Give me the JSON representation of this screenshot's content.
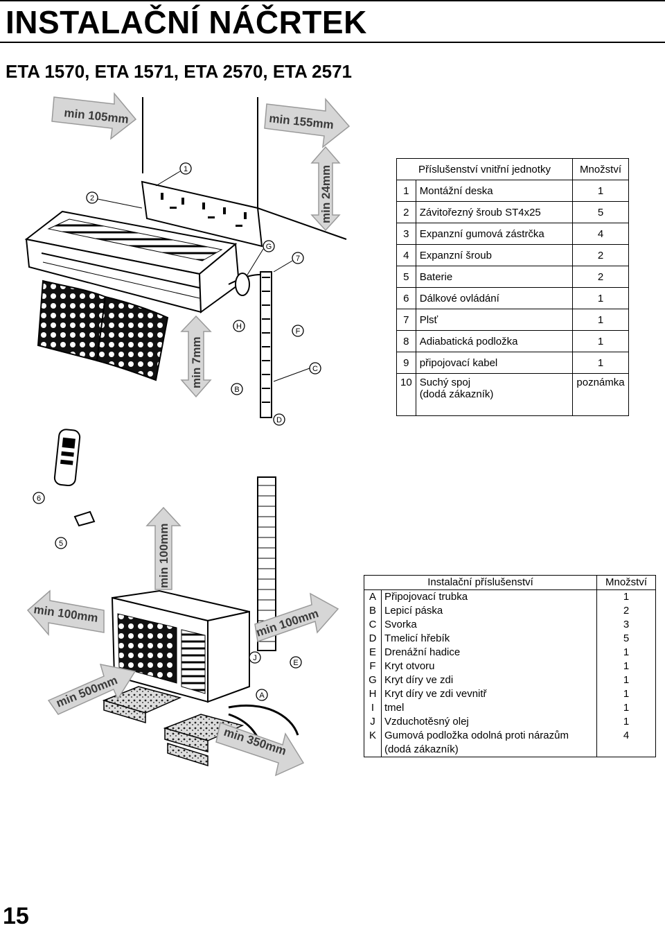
{
  "title": "INSTALAČNÍ NÁČRTEK",
  "subtitle": "ETA 1570, ETA 1571, ETA 2570, ETA 2571",
  "page_number": "15",
  "clearances": {
    "left_top": "min 105mm",
    "right_top": "min 155mm",
    "top_vertical": "min 24mm",
    "bottom_vertical": "min 7mm",
    "outdoor_top": "min 100mm",
    "outdoor_left": "min 100mm",
    "outdoor_right": "min 100mm",
    "outdoor_front": "min 500mm",
    "outdoor_bottom": "min 350mm"
  },
  "callouts": [
    "1",
    "2",
    "G",
    "7",
    "H",
    "F",
    "C",
    "B",
    "D",
    "6",
    "5",
    "J",
    "E",
    "A"
  ],
  "indoor_table": {
    "header_item": "Příslušenství vnitřní jednotky",
    "header_qty": "Množství",
    "rows": [
      {
        "num": "1",
        "name": "Montážní deska",
        "qty": "1"
      },
      {
        "num": "2",
        "name": "Závitořezný šroub ST4x25",
        "qty": "5"
      },
      {
        "num": "3",
        "name": "Expanzní gumová zástrčka",
        "qty": "4"
      },
      {
        "num": "4",
        "name": "Expanzní šroub",
        "qty": "2"
      },
      {
        "num": "5",
        "name": "Baterie",
        "qty": "2"
      },
      {
        "num": "6",
        "name": "Dálkové ovládání",
        "qty": "1"
      },
      {
        "num": "7",
        "name": "Plsť",
        "qty": "1"
      },
      {
        "num": "8",
        "name": "Adiabatická podložka",
        "qty": "1"
      },
      {
        "num": "9",
        "name": "připojovací kabel",
        "qty": "1"
      }
    ],
    "last_row": {
      "num": "10",
      "name_line1": "Suchý spoj",
      "name_line2": "(dodá zákazník)",
      "qty": "poznámka"
    }
  },
  "outdoor_table": {
    "header_item": "Instalační příslušenství",
    "header_qty": "Množství",
    "rows": [
      {
        "num": "A",
        "name": "Připojovací trubka",
        "qty": "1"
      },
      {
        "num": "B",
        "name": "Lepicí páska",
        "qty": "2"
      },
      {
        "num": "C",
        "name": "Svorka",
        "qty": "3"
      },
      {
        "num": "D",
        "name": "Tmelicí hřebík",
        "qty": "5"
      },
      {
        "num": "E",
        "name": "Drenážní hadice",
        "qty": "1"
      },
      {
        "num": "F",
        "name": "Kryt otvoru",
        "qty": "1"
      },
      {
        "num": "G",
        "name": "Kryt díry ve zdi",
        "qty": "1"
      },
      {
        "num": "H",
        "name": "Kryt díry ve zdi vevnitř",
        "qty": "1"
      },
      {
        "num": "I",
        "name": "tmel",
        "qty": "1"
      },
      {
        "num": "J",
        "name": "Vzduchotěsný olej",
        "qty": "1"
      }
    ],
    "last_row": {
      "num": "K",
      "name_line1": "Gumová podložka odolná proti nárazům",
      "name_line2": "(dodá zákazník)",
      "qty": "4"
    }
  }
}
